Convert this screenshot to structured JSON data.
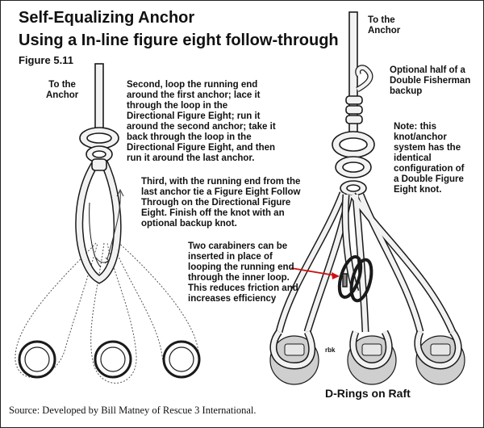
{
  "title_line1": "Self-Equalizing Anchor",
  "title_line2": "Using a In-line figure eight follow-through",
  "figure_label": "Figure 5.11",
  "left_to_anchor": "To the\nAnchor",
  "step_second": "Second, loop the running end\naround the first anchor; lace it\nthrough the loop in the\nDirectional Figure Eight; run it\naround the second anchor; take it\nback through the loop in the\nDirectional Figure Eight, and then\nrun it around the last anchor.",
  "step_third": "Third, with the running end from the\nlast anchor tie a Figure Eight Follow\nThrough on the Directional Figure\nEight. Finish off the knot with an\noptional backup knot.",
  "carabiner_note": "Two carabiners can be\ninserted in place of\nlooping the running end\nthrough the inner loop.\nThis reduces friction and\nincreases efficiency",
  "right_to_anchor": "To the\nAnchor",
  "backup_note": "Optional half of a\nDouble Fisherman\nbackup",
  "config_note": "Note: this\nknot/anchor\nsystem has the\nidentical\nconfiguration of\na Double Figure\nEight knot.",
  "artist_initials": "rbk",
  "drings_label": "D-Rings on Raft",
  "source": "Source: Developed by Bill Matney of Rescue 3 International.",
  "colors": {
    "rope_fill": "#f2f2f2",
    "rope_outline": "#1a1a1a",
    "dring_fill": "#cfcfcf",
    "arrow": "#d01010",
    "carabiner": "#1a1a1a"
  }
}
